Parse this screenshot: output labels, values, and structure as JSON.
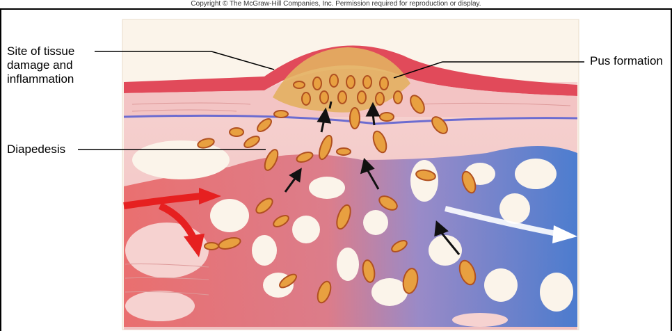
{
  "copyright": "Copyright © The McGraw-Hill Companies, Inc. Permission required for reproduction or display.",
  "labels": {
    "site_line1": "Site of tissue",
    "site_line2": "damage and",
    "site_line3": "inflammation",
    "diapedesis": "Diapedesis",
    "pus_formation": "Pus formation"
  },
  "colors": {
    "artery_red": "#e04040",
    "vein_blue": "#2f6fd0",
    "skin_pink": "#f4c8c8",
    "cell_orange": "#e8a040",
    "border": "#000000"
  }
}
